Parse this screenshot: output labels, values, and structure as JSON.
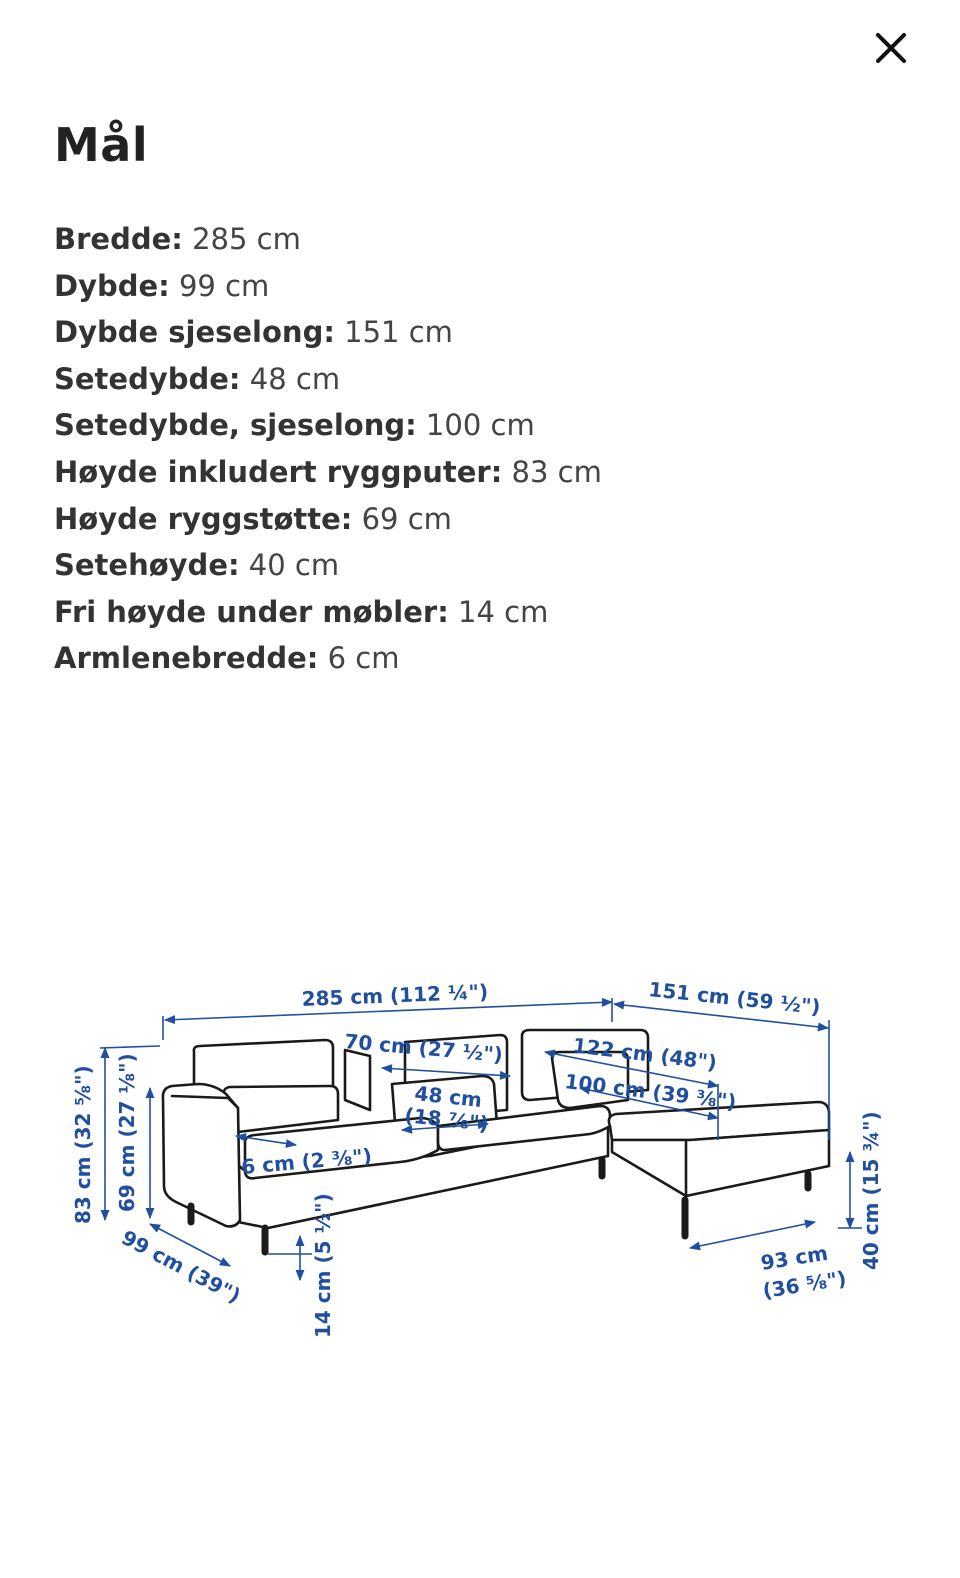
{
  "close": {
    "icon": "close-icon"
  },
  "title": "Mål",
  "dimensions": [
    {
      "label": "Bredde:",
      "value": " 285 cm"
    },
    {
      "label": "Dybde:",
      "value": " 99 cm"
    },
    {
      "label": "Dybde sjeselong:",
      "value": " 151 cm"
    },
    {
      "label": "Setedybde:",
      "value": " 48 cm"
    },
    {
      "label": "Setedybde, sjeselong:",
      "value": " 100 cm"
    },
    {
      "label": "Høyde inkludert ryggputer:",
      "value": " 83 cm"
    },
    {
      "label": "Høyde ryggstøtte:",
      "value": " 69 cm"
    },
    {
      "label": "Setehøyde:",
      "value": " 40 cm"
    },
    {
      "label": "Fri høyde under møbler:",
      "value": " 14 cm"
    },
    {
      "label": "Armlenebredde:",
      "value": " 6 cm"
    }
  ],
  "diagram": {
    "accent_color": "#1f4f9e",
    "labels": {
      "width": "285 cm (112 ¼\")",
      "chaise_depth": "151 cm (59 ½\")",
      "back_cushion": "70 cm (27 ½\")",
      "seat_depth_1": "48 cm",
      "seat_depth_2": "(18 ⅞\")",
      "chaise_length": "122 cm (48\")",
      "chaise_seat_depth": "100 cm (39 ⅜\")",
      "armrest": "6 cm (2 ⅜\")",
      "height_total": "83 cm (32 ⅝\")",
      "height_back": "69 cm (27 ⅛\")",
      "depth": "99 cm (39\")",
      "free_height": "14 cm (5 ½\")",
      "chaise_width_1": "93 cm",
      "chaise_width_2": "(36 ⅝\")",
      "seat_height": "40 cm (15 ¾\")"
    }
  }
}
